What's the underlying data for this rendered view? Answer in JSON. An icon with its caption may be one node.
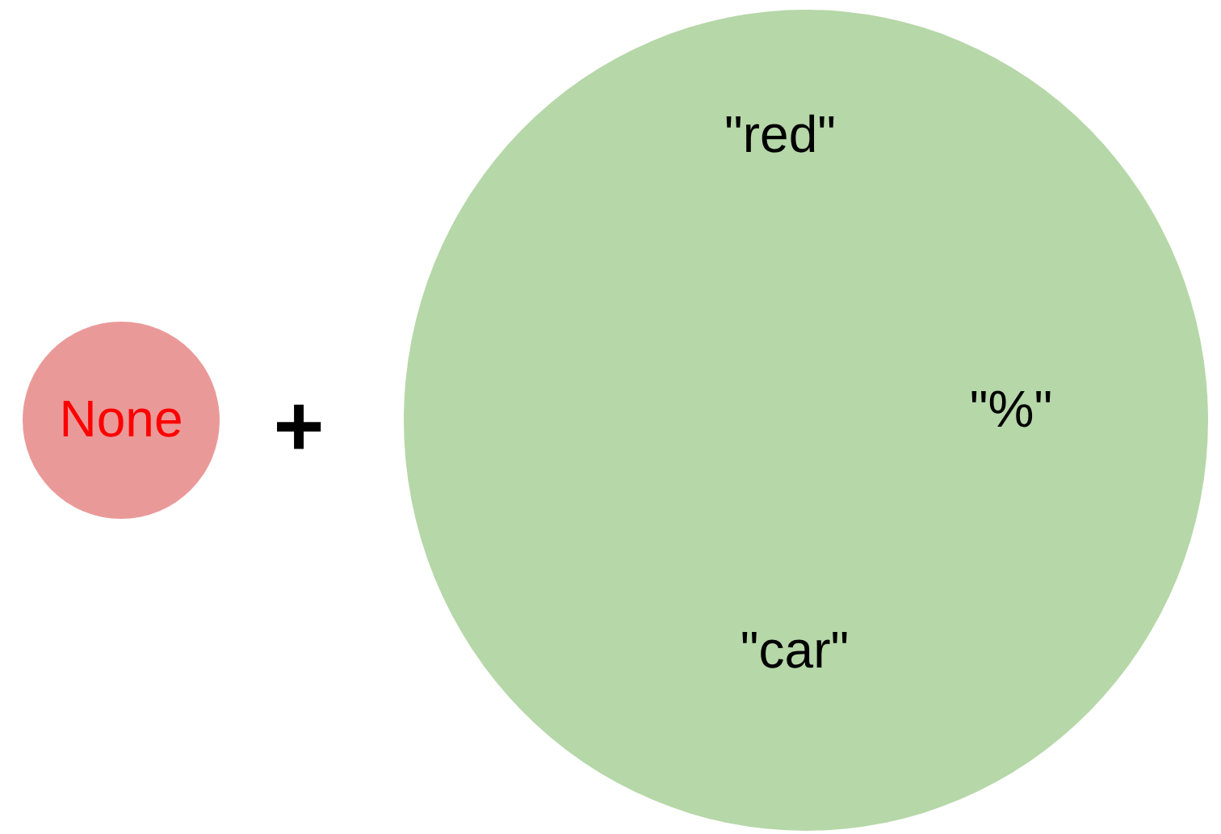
{
  "diagram": {
    "nodes": [
      {
        "text": [
          "None"
        ]
      },
      {
        "text": [
          "\"red\"",
          "\"%\"",
          "\"car\""
        ]
      }
    ],
    "labels": [
      "+"
    ]
  }
}
